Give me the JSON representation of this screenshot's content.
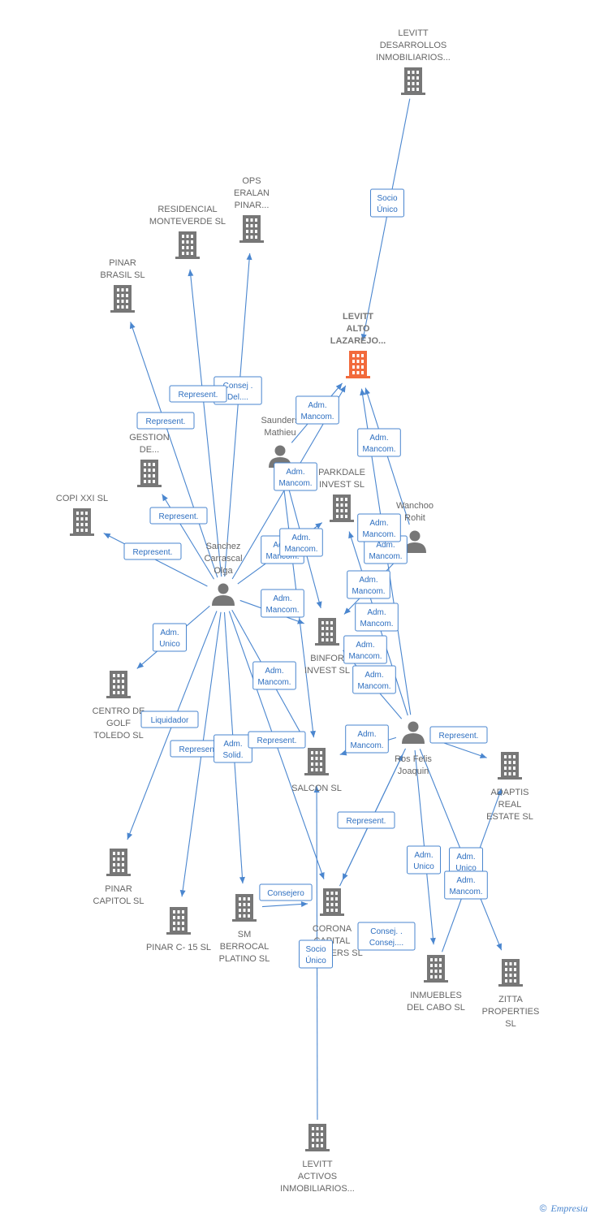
{
  "colors": {
    "edge": "#4a86cf",
    "company": "#777777",
    "main_company": "#f26a3c",
    "person": "#777777"
  },
  "watermark": {
    "symbol": "©",
    "brand": "Empresia"
  },
  "nodes": [
    {
      "id": "levitt_desarrollos",
      "type": "company",
      "label": [
        "LEVITT",
        "DESARROLLOS",
        "INMOBILIARIOS..."
      ]
    },
    {
      "id": "ops_eralan",
      "type": "company",
      "label": [
        "OPS",
        "ERALAN",
        "PINAR..."
      ]
    },
    {
      "id": "residencial_monteverde",
      "type": "company",
      "label": [
        "RESIDENCIAL",
        "MONTEVERDE SL"
      ]
    },
    {
      "id": "pinar_brasil",
      "type": "company",
      "label": [
        "PINAR",
        "BRASIL SL"
      ]
    },
    {
      "id": "levitt_alto",
      "type": "main",
      "label": [
        "LEVITT",
        "ALTO",
        "LAZAREJO..."
      ]
    },
    {
      "id": "saunders",
      "type": "person",
      "label": [
        "Saunders",
        "Mathieu"
      ]
    },
    {
      "id": "gestion",
      "type": "company",
      "label": [
        "GESTION",
        "DE..."
      ]
    },
    {
      "id": "parkdale",
      "type": "company",
      "label": [
        "PARKDALE",
        "INVEST SL"
      ]
    },
    {
      "id": "copi_xxi",
      "type": "company",
      "label": [
        "COPI XXI SL"
      ]
    },
    {
      "id": "wanchoo",
      "type": "person",
      "label": [
        "Wanchoo",
        "Rohit"
      ]
    },
    {
      "id": "sanchez",
      "type": "person",
      "label": [
        "Sanchez",
        "Carrascal",
        "Olga"
      ]
    },
    {
      "id": "binfor",
      "type": "company",
      "label": [
        "BINFOR",
        "INVEST SL"
      ]
    },
    {
      "id": "centro_golf",
      "type": "company",
      "label": [
        "CENTRO DE",
        "GOLF",
        "TOLEDO SL"
      ]
    },
    {
      "id": "ros_felis",
      "type": "person",
      "label": [
        "Ros Felis",
        "Joaquin"
      ]
    },
    {
      "id": "salcon",
      "type": "company",
      "label": [
        "SALCON SL"
      ]
    },
    {
      "id": "adaptis",
      "type": "company",
      "label": [
        "ADAPTIS",
        "REAL",
        "ESTATE SL"
      ]
    },
    {
      "id": "pinar_capitol",
      "type": "company",
      "label": [
        "PINAR",
        "CAPITOL SL"
      ]
    },
    {
      "id": "pinar_c15",
      "type": "company",
      "label": [
        "PINAR C- 15 SL"
      ]
    },
    {
      "id": "sm_berrocal",
      "type": "company",
      "label": [
        "SM",
        "BERROCAL",
        "PLATINO SL"
      ]
    },
    {
      "id": "corona_capital",
      "type": "company",
      "label": [
        "CORONA",
        "CAPITAL",
        "PARTNERS SL"
      ]
    },
    {
      "id": "inmuebles_cabo",
      "type": "company",
      "label": [
        "INMUEBLES",
        "DEL CABO SL"
      ]
    },
    {
      "id": "zitta",
      "type": "company",
      "label": [
        "ZITTA",
        "PROPERTIES",
        "SL"
      ]
    },
    {
      "id": "levitt_activos",
      "type": "company",
      "label": [
        "LEVITT",
        "ACTIVOS",
        "INMOBILIARIOS..."
      ]
    }
  ],
  "edges": [
    {
      "from": "levitt_desarrollos",
      "to": "levitt_alto",
      "label": [
        "Socio",
        "Único"
      ]
    },
    {
      "from": "sanchez",
      "to": "ops_eralan",
      "label": [
        "Consej .",
        "Del...."
      ]
    },
    {
      "from": "sanchez",
      "to": "residencial_monteverde",
      "label": [
        "Represent."
      ]
    },
    {
      "from": "sanchez",
      "to": "pinar_brasil",
      "label": [
        "Represent."
      ]
    },
    {
      "from": "sanchez",
      "to": "gestion",
      "label": [
        "Represent."
      ]
    },
    {
      "from": "sanchez",
      "to": "copi_xxi",
      "label": [
        "Represent."
      ]
    },
    {
      "from": "saunders",
      "to": "levitt_alto",
      "label": [
        "Adm.",
        "Mancom."
      ]
    },
    {
      "from": "saunders",
      "to": "salcon",
      "label": [
        "Adm.",
        "Mancom."
      ]
    },
    {
      "from": "sanchez",
      "to": "levitt_alto",
      "label": [
        "Adm.",
        "Mancom."
      ]
    },
    {
      "from": "wanchoo",
      "to": "levitt_alto",
      "label": [
        "Adm.",
        "Mancom."
      ]
    },
    {
      "from": "saunders",
      "to": "binfor",
      "label": [
        "Adm.",
        "Mancom."
      ]
    },
    {
      "from": "sanchez",
      "to": "parkdale",
      "label": [
        "Adm.",
        "Mancom."
      ]
    },
    {
      "from": "wanchoo",
      "to": "parkdale",
      "label": [
        "Adm.",
        "Mancom."
      ]
    },
    {
      "from": "ros_felis",
      "to": "parkdale",
      "label": [
        "Adm.",
        "Mancom."
      ]
    },
    {
      "from": "sanchez",
      "to": "binfor",
      "label": [
        "Adm.",
        "Mancom."
      ]
    },
    {
      "from": "wanchoo",
      "to": "binfor",
      "label": [
        "Adm.",
        "Mancom."
      ]
    },
    {
      "from": "ros_felis",
      "to": "binfor",
      "label": [
        "Adm.",
        "Mancom."
      ]
    },
    {
      "from": "ros_felis",
      "to": "levitt_alto",
      "label": [
        "Adm.",
        "Mancom."
      ]
    },
    {
      "from": "ros_felis",
      "to": "salcon",
      "label": [
        "Adm.",
        "Mancom."
      ]
    },
    {
      "from": "sanchez",
      "to": "centro_golf",
      "label": [
        "Adm.",
        "Unico"
      ]
    },
    {
      "from": "sanchez",
      "to": "salcon",
      "label": [
        "Adm.",
        "Mancom."
      ]
    },
    {
      "from": "sanchez",
      "to": "pinar_capitol",
      "label": [
        "Liquidador"
      ]
    },
    {
      "from": "sanchez",
      "to": "pinar_c15",
      "label": [
        "Represent."
      ]
    },
    {
      "from": "sanchez",
      "to": "sm_berrocal",
      "label": [
        "Adm.",
        "Solid."
      ]
    },
    {
      "from": "sanchez",
      "to": "corona_capital",
      "label": [
        "Represent."
      ]
    },
    {
      "from": "sm_berrocal",
      "to": "corona_capital",
      "label": [
        "Consejero"
      ]
    },
    {
      "from": "ros_felis",
      "to": "adaptis",
      "label": [
        "Represent."
      ]
    },
    {
      "from": "ros_felis",
      "to": "corona_capital",
      "label": [
        "Represent."
      ]
    },
    {
      "from": "ros_felis",
      "to": "inmuebles_cabo",
      "label": [
        "Adm.",
        "Unico"
      ]
    },
    {
      "from": "ros_felis",
      "to": "zitta",
      "label": [
        "Adm.",
        "Unico"
      ]
    },
    {
      "from": "inmuebles_cabo",
      "to": "adaptis",
      "label": [
        "Adm.",
        "Mancom."
      ]
    },
    {
      "from": "corona_capital",
      "to": "ros_felis",
      "label": [
        "Consej. .",
        "Consej...."
      ]
    },
    {
      "from": "levitt_activos",
      "to": "salcon",
      "label": [
        "Socio",
        "Único"
      ]
    }
  ]
}
